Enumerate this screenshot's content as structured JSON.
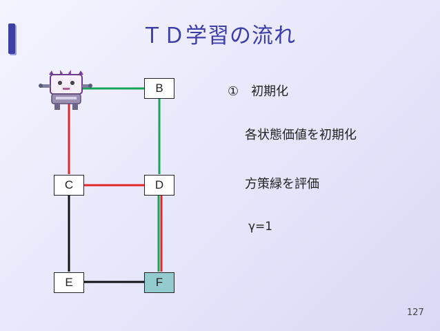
{
  "slide": {
    "title": "ＴＤ学習の流れ",
    "page_number": "127"
  },
  "nodes": {
    "B": "B",
    "C": "C",
    "D": "D",
    "E": "E",
    "F": "F"
  },
  "content": {
    "step": "①　初期化",
    "line1": "各状態価値を初期化",
    "line2": "方策緑を評価",
    "gamma": "γ=1"
  },
  "colors": {
    "title": "#3b3ea8",
    "accent": "#3c3fa6",
    "edge_green": "#1aa35a",
    "edge_red": "#e0272b",
    "edge_black": "#111111",
    "goal_fill": "#94cbcf"
  }
}
